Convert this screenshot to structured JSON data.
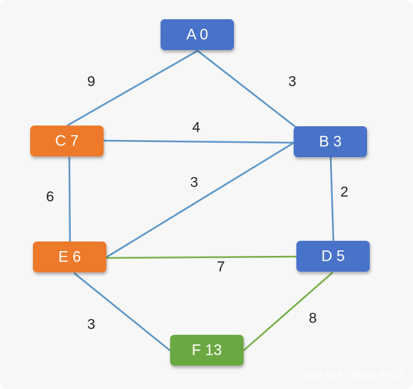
{
  "colors": {
    "blue_node": "#4a72c9",
    "orange_node": "#ec7a2a",
    "green_node": "#6aa843",
    "blue_edge": "#5b96c8",
    "green_edge": "#77b04a",
    "background": "#f7f7f7"
  },
  "nodes": [
    {
      "id": "A",
      "label": "A 0",
      "color": "blue"
    },
    {
      "id": "B",
      "label": "B 3",
      "color": "blue"
    },
    {
      "id": "C",
      "label": "C 7",
      "color": "orange"
    },
    {
      "id": "D",
      "label": "D 5",
      "color": "blue"
    },
    {
      "id": "E",
      "label": "E 6",
      "color": "orange"
    },
    {
      "id": "F",
      "label": "F 13",
      "color": "green"
    }
  ],
  "edges": [
    {
      "from": "A",
      "to": "C",
      "weight": "9",
      "color": "blue"
    },
    {
      "from": "A",
      "to": "B",
      "weight": "3",
      "color": "blue"
    },
    {
      "from": "C",
      "to": "B",
      "weight": "4",
      "color": "blue"
    },
    {
      "from": "C",
      "to": "E",
      "weight": "6",
      "color": "blue"
    },
    {
      "from": "E",
      "to": "B",
      "weight": "3",
      "color": "blue"
    },
    {
      "from": "B",
      "to": "D",
      "weight": "2",
      "color": "blue"
    },
    {
      "from": "E",
      "to": "D",
      "weight": "7",
      "color": "green"
    },
    {
      "from": "E",
      "to": "F",
      "weight": "3",
      "color": "blue"
    },
    {
      "from": "D",
      "to": "F",
      "weight": "8",
      "color": "green"
    }
  ],
  "watermark": "CSDN @稀土掘金技术社区"
}
